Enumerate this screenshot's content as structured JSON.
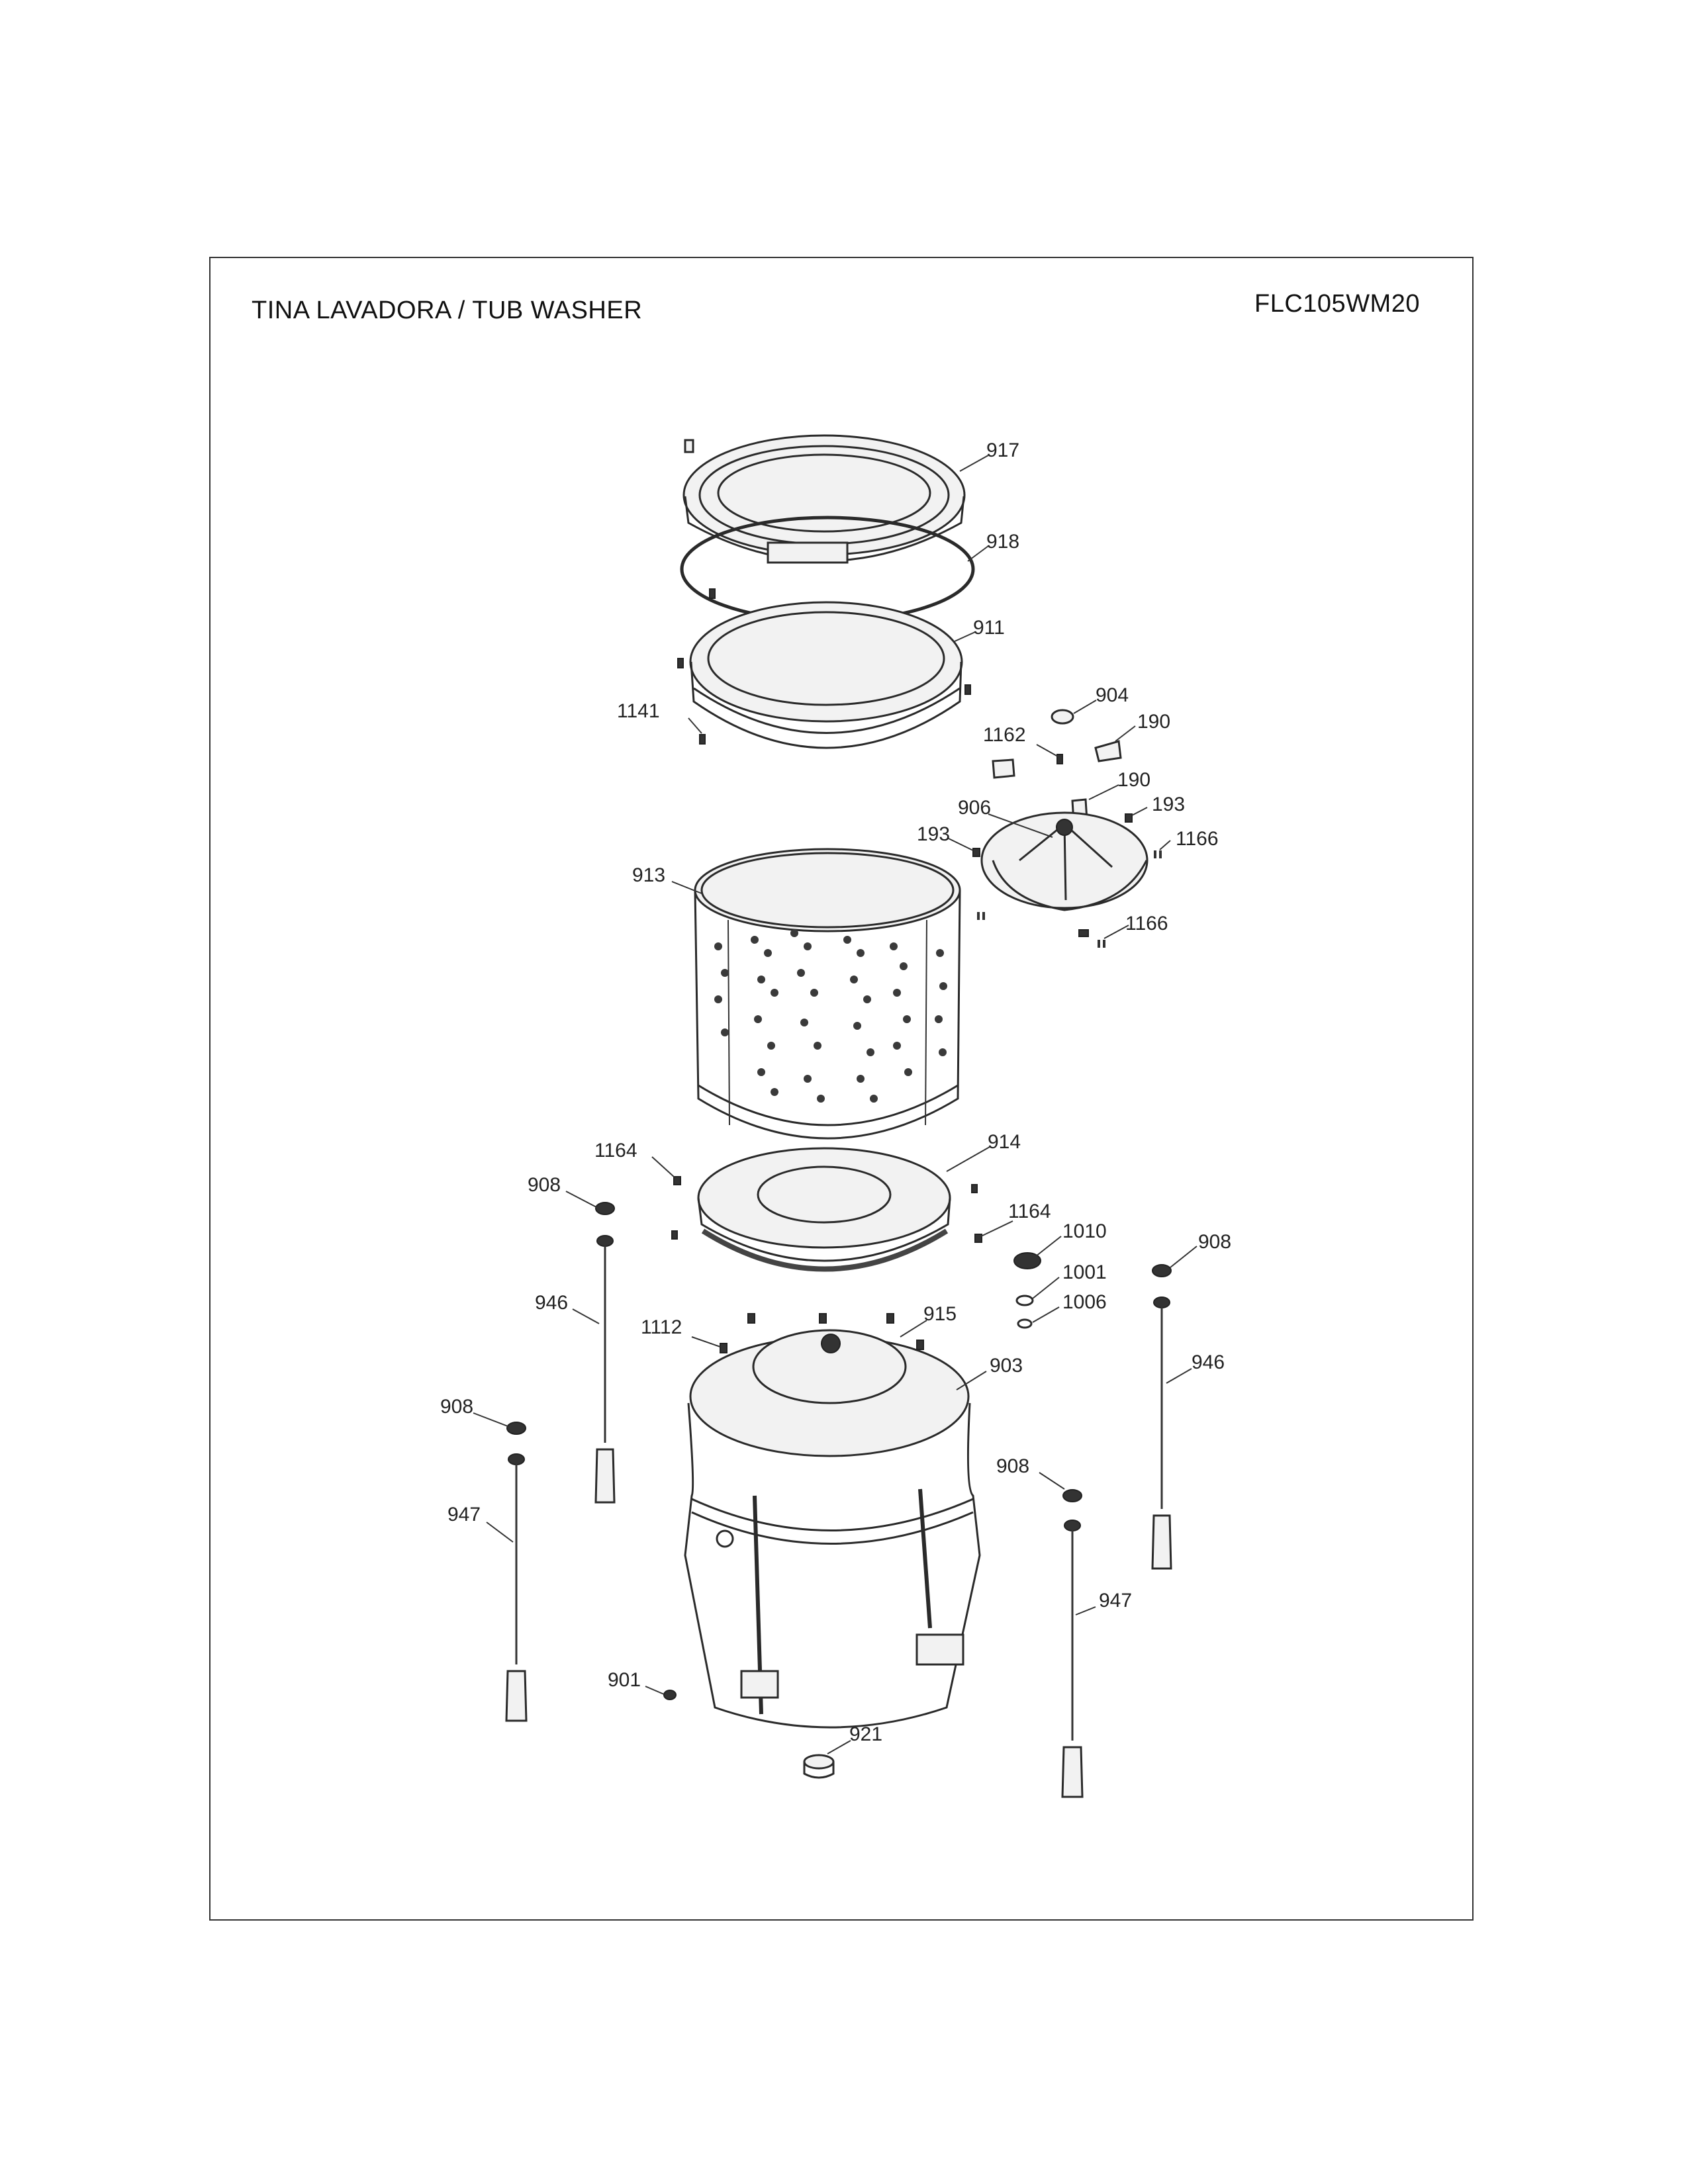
{
  "header": {
    "title": "TINA LAVADORA / TUB WASHER",
    "model": "FLC105WM20"
  },
  "callouts": {
    "c917": "917",
    "c918": "918",
    "c911": "911",
    "c1141": "1141",
    "c904": "904",
    "c190a": "190",
    "c1162": "1162",
    "c190b": "190",
    "c906": "906",
    "c193a": "193",
    "c193b": "193",
    "c1166a": "1166",
    "c1166b": "1166",
    "c913": "913",
    "c1164a": "1164",
    "c914": "914",
    "c908a": "908",
    "c1164b": "1164",
    "c1010": "1010",
    "c908b": "908",
    "c1001": "1001",
    "c1006": "1006",
    "c946a": "946",
    "c1112": "1112",
    "c915": "915",
    "c946b": "946",
    "c903": "903",
    "c908c": "908",
    "c908d": "908",
    "c947a": "947",
    "c947b": "947",
    "c901": "901",
    "c921": "921"
  }
}
